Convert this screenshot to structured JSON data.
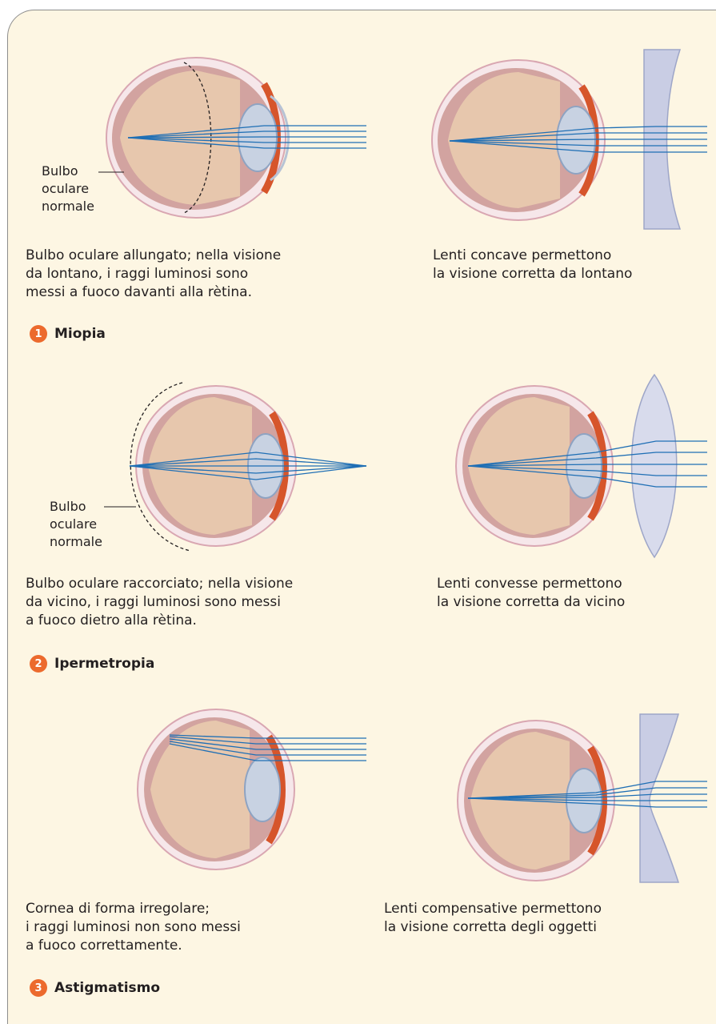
{
  "colors": {
    "background": "#fdf6e3",
    "accent": "#ec6a2d",
    "ray": "#1f6fb5",
    "lens": "#c9cde4",
    "sclera": "#f6e7ea"
  },
  "sections": [
    {
      "number": "1",
      "title": "Miopia",
      "left_caption": "Bulbo oculare allungato; nella visione\nda lontano, i raggi luminosi sono\nmessi a fuoco davanti alla rètina.",
      "right_caption": "Lenti concave permettono\nla visione corretta da lontano",
      "eye_label": "Bulbo\noculare\nnormale",
      "lens": "concave-lens"
    },
    {
      "number": "2",
      "title": "Ipermetropia",
      "left_caption": "Bulbo oculare raccorciato; nella visione\nda vicino, i raggi luminosi sono messi\na fuoco dietro alla rètina.",
      "right_caption": "Lenti convesse permettono\nla visione corretta da vicino",
      "eye_label": "Bulbo\noculare\nnormale",
      "lens": "convex-lens"
    },
    {
      "number": "3",
      "title": "Astigmatismo",
      "left_caption": "Cornea di forma irregolare;\ni raggi luminosi non sono messi\na fuoco correttamente.",
      "right_caption": "Lenti compensative permettono\nla visione corretta degli oggetti",
      "lens": "compensating-lens"
    }
  ]
}
